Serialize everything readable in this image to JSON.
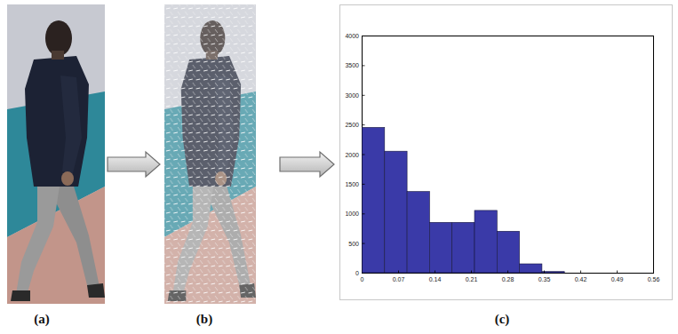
{
  "diagram": {
    "nodes": [
      {
        "text": [
          "(a)"
        ]
      },
      {
        "text": [
          "(b)"
        ]
      },
      {
        "text": [
          "(c)"
        ]
      }
    ],
    "edges": [
      {
        "from": 0,
        "to": 1,
        "arrow": "to"
      },
      {
        "from": 1,
        "to": 2,
        "arrow": "to"
      }
    ],
    "labels": [
      "4000",
      "3500",
      "3000",
      "2500",
      "2000",
      "1500",
      "1000",
      "500",
      "0",
      "0",
      "0.07",
      "0.14",
      "0.21",
      "0.28",
      "0.35",
      "0.42",
      "0.49",
      "0.56"
    ]
  }
}
